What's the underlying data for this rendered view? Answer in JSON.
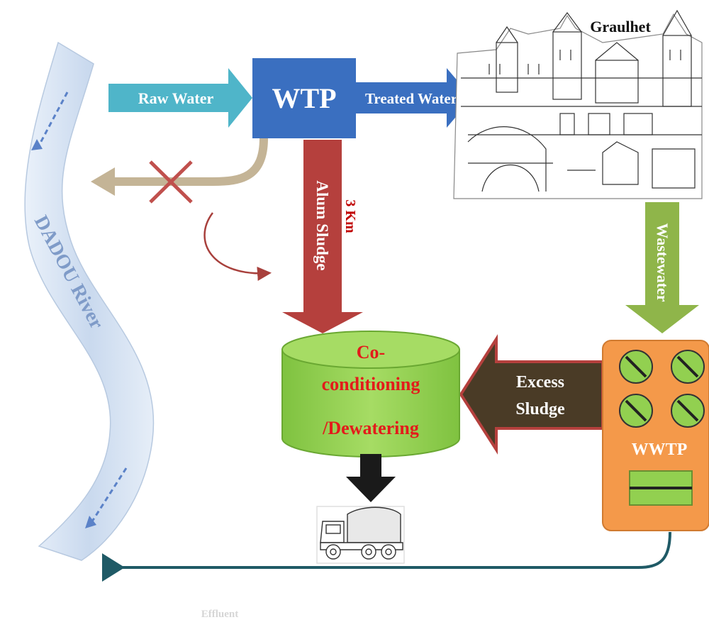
{
  "labels": {
    "raw_water": "Raw Water",
    "wtp": "WTP",
    "treated_water": "Treated Water",
    "city": "Graulhet",
    "alum_sludge": "Alum Sludge",
    "distance": "3 Km",
    "wastewater": "Wastewater",
    "excess_sludge_line1": "Excess",
    "excess_sludge_line2": "Sludge",
    "co_line1": "Co-",
    "co_line2": "conditioning",
    "co_line3": "/Dewatering",
    "wwtp": "WWTP",
    "river": "DADOU River",
    "effluent": "Effluent"
  },
  "colors": {
    "raw_water_arrow": "#4fb5c9",
    "wtp_box": "#3a6fc0",
    "alum_sludge_arrow": "#b5403d",
    "wastewater_arrow": "#8fb54a",
    "excess_sludge_arrow": "#4a3b26",
    "tank": "#92d050",
    "tank_text": "#e31b1b",
    "wwtp_box": "#f4994a",
    "river": "#c8d8ec",
    "effluent_line": "#1f5a66",
    "blocked_discharge": "#c4b496",
    "blocked_cross": "#c0504d"
  }
}
